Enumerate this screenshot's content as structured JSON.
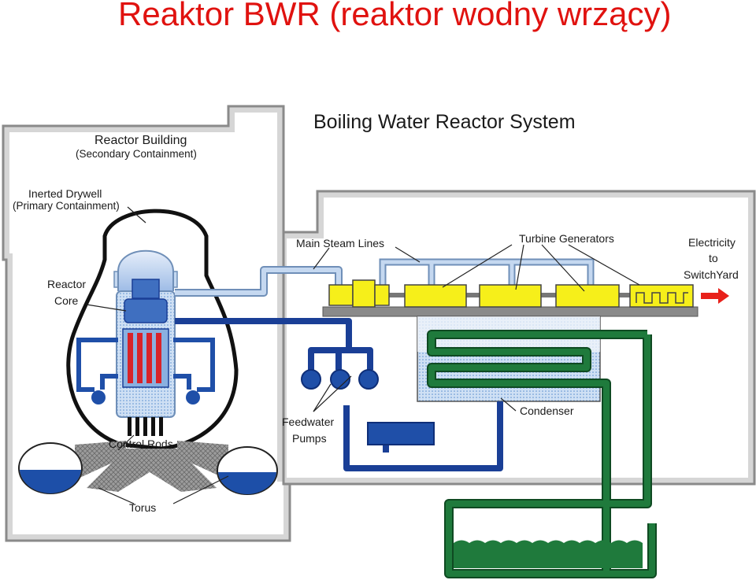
{
  "slide": {
    "title": "Reaktor BWR (reaktor wodny wrzący)"
  },
  "diagram": {
    "title": "Boiling Water Reactor System",
    "labels": {
      "reactor_building": "Reactor Building",
      "secondary_containment": "(Secondary Containment)",
      "inerted_drywell": "Inerted Drywell",
      "primary_containment": "(Primary Containment)",
      "reactor": "Reactor",
      "core": "Core",
      "control_rods": "Control Rods",
      "torus": "Torus",
      "main_steam_lines": "Main Steam Lines",
      "turbine_generators": "Turbine Generators",
      "electricity": "Electricity",
      "to": "to",
      "switchyard": "SwitchYard",
      "feedwater": "Feedwater",
      "pumps": "Pumps",
      "condenser": "Condenser"
    },
    "colors": {
      "building_gray": "#d6d6d6",
      "building_edge": "#8a8a8a",
      "steam_light_blue": "#c5d8f0",
      "water_blue": "#1f4fa8",
      "water_dark_blue": "#1a3f96",
      "turbine_yellow": "#f6ef1a",
      "cooling_green": "#1f7a3c",
      "fuel_red": "#d8232a",
      "arrow_red": "#e8201a",
      "title_red": "#e0120f"
    }
  }
}
